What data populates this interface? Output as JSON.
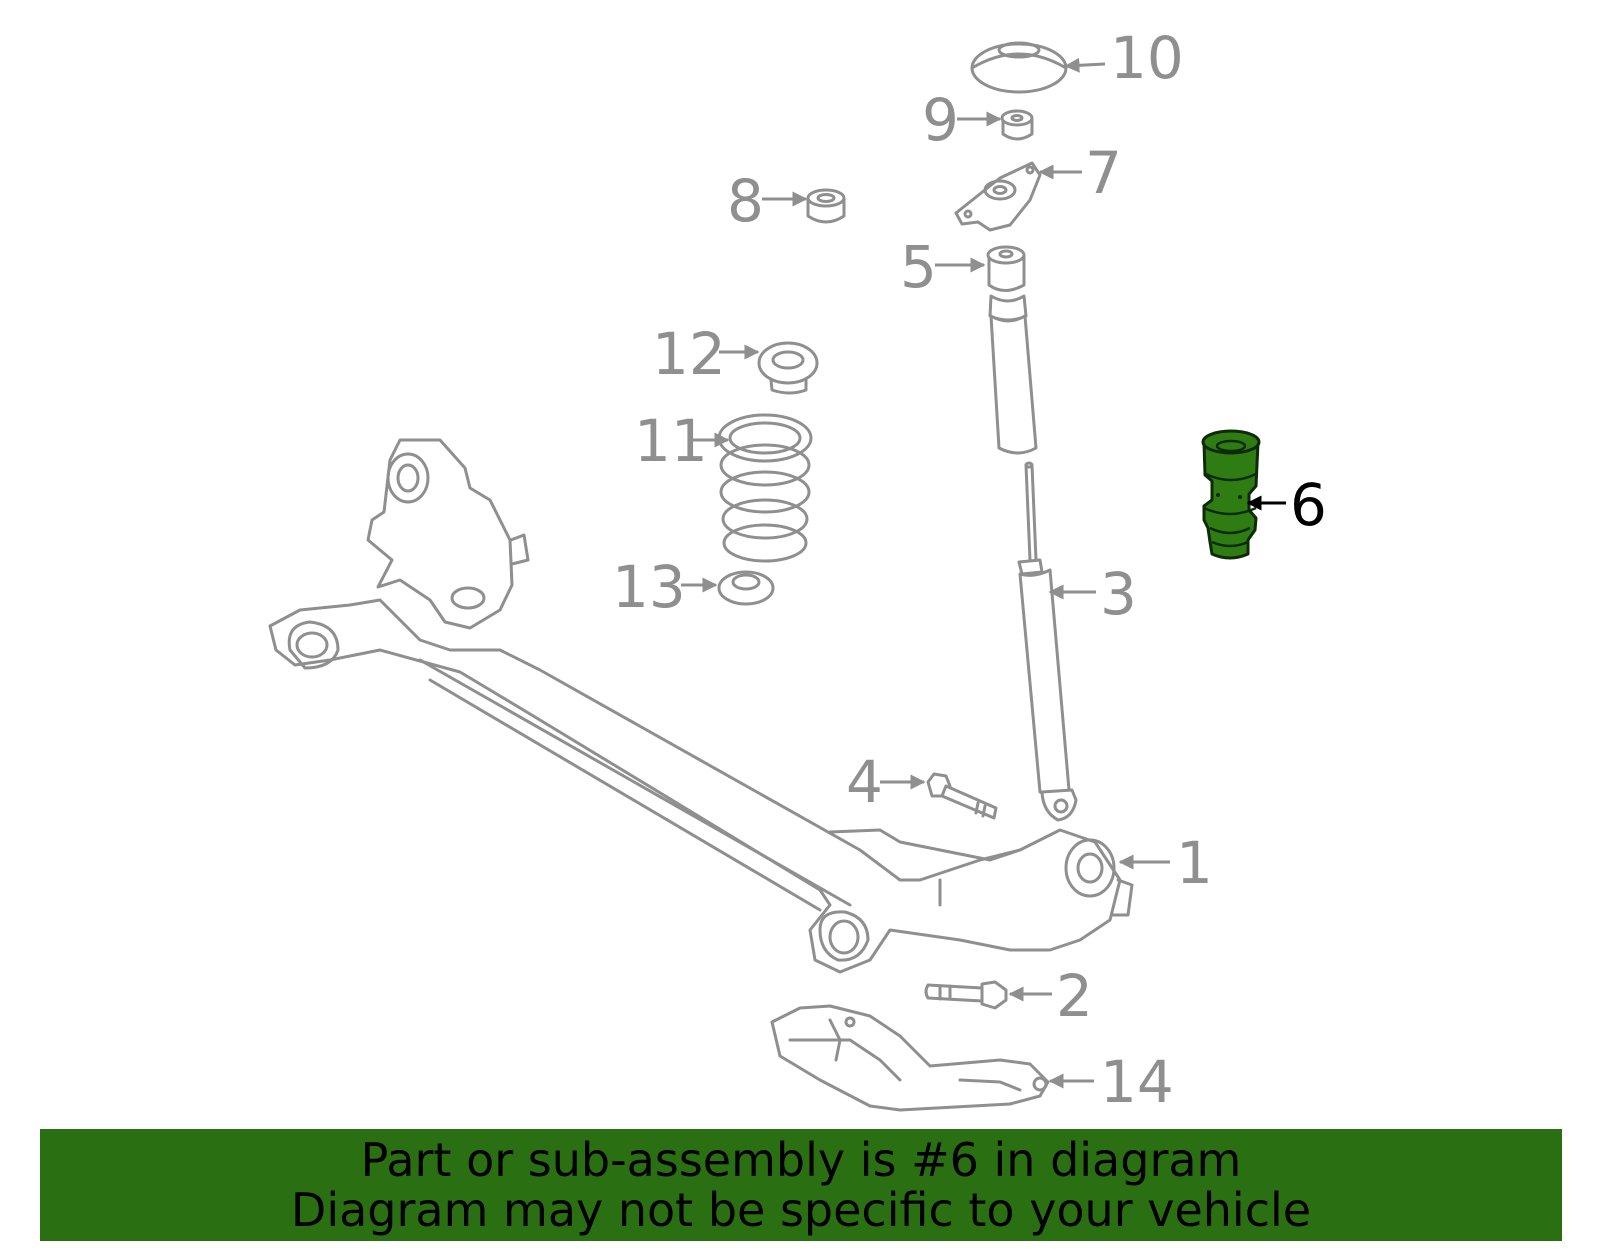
{
  "diagram": {
    "callouts": [
      {
        "id": "1",
        "label": "1"
      },
      {
        "id": "2",
        "label": "2"
      },
      {
        "id": "3",
        "label": "3"
      },
      {
        "id": "4",
        "label": "4"
      },
      {
        "id": "5",
        "label": "5"
      },
      {
        "id": "6",
        "label": "6",
        "highlighted": true
      },
      {
        "id": "7",
        "label": "7"
      },
      {
        "id": "8",
        "label": "8"
      },
      {
        "id": "9",
        "label": "9"
      },
      {
        "id": "10",
        "label": "10"
      },
      {
        "id": "11",
        "label": "11"
      },
      {
        "id": "12",
        "label": "12"
      },
      {
        "id": "13",
        "label": "13"
      },
      {
        "id": "14",
        "label": "14"
      }
    ],
    "colors": {
      "part_outline": "#8f8f8f",
      "highlight_fill": "#2f7d12",
      "banner_bg": "#2a7012"
    }
  },
  "banner": {
    "line1": "Part or sub-assembly is #6 in diagram",
    "line2": "Diagram may not be specific to your vehicle"
  }
}
